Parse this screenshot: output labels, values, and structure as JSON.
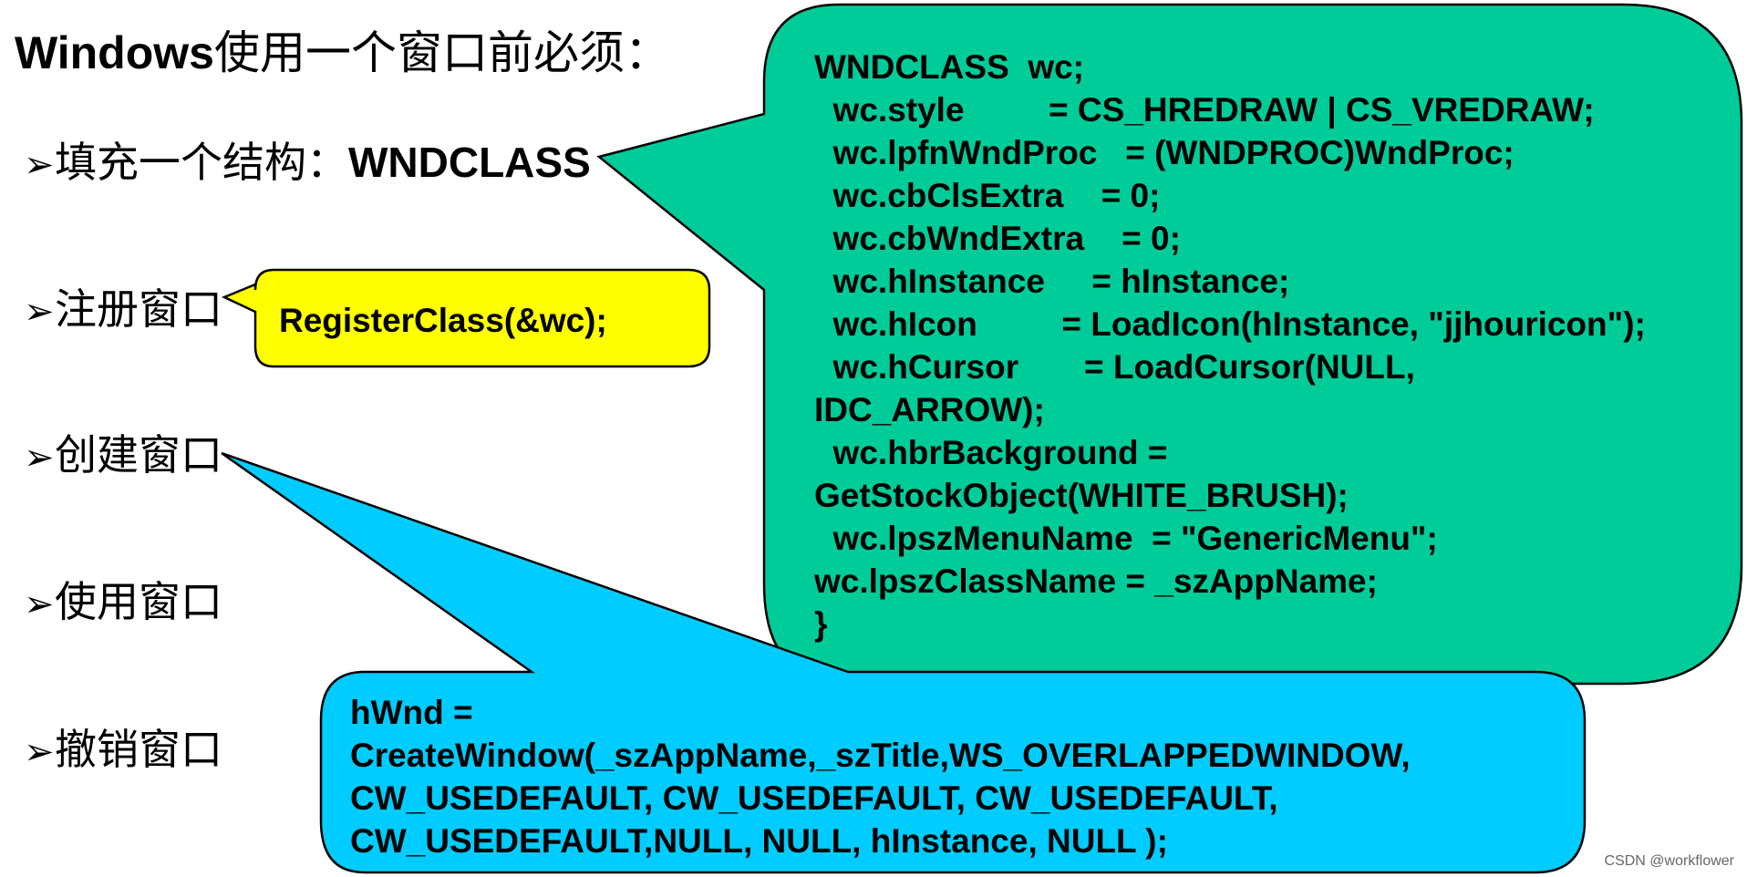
{
  "title": {
    "en": "Windows",
    "cn": "使用一个窗口前必须："
  },
  "bullets": [
    {
      "text": "填充一个结构：",
      "bold": "WNDCLASS"
    },
    {
      "text": "注册窗口",
      "bold": ""
    },
    {
      "text": "创建窗口",
      "bold": ""
    },
    {
      "text": "使用窗口",
      "bold": ""
    },
    {
      "text": "撤销窗口",
      "bold": ""
    }
  ],
  "arrow_glyph": "➢",
  "code": {
    "wndclass": "WNDCLASS  wc;\n  wc.style         = CS_HREDRAW | CS_VREDRAW;\n  wc.lpfnWndProc   = (WNDPROC)WndProc;\n  wc.cbClsExtra    = 0;\n  wc.cbWndExtra    = 0;\n  wc.hInstance     = hInstance;\n  wc.hIcon         = LoadIcon(hInstance, \"jjhouricon\");\n  wc.hCursor       = LoadCursor(NULL,\nIDC_ARROW);\n  wc.hbrBackground =\nGetStockObject(WHITE_BRUSH);\n  wc.lpszMenuName  = \"GenericMenu\";\nwc.lpszClassName = _szAppName;\n}",
    "register": "RegisterClass(&wc);",
    "create": "hWnd =\nCreateWindow(_szAppName,_szTitle,WS_OVERLAPPEDWINDOW,\nCW_USEDEFAULT, CW_USEDEFAULT, CW_USEDEFAULT,\nCW_USEDEFAULT,NULL, NULL, hInstance, NULL );"
  },
  "colors": {
    "green": "#00CC99",
    "yellow": "#FFFF00",
    "blue": "#00CCFF",
    "outline": "#000000"
  },
  "watermark": "CSDN @workflower"
}
